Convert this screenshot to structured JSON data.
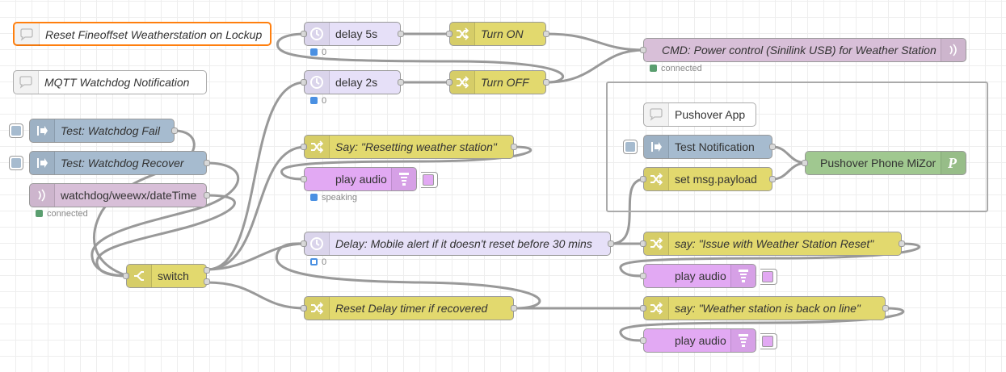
{
  "colors": {
    "comment": "#ffffff",
    "delay": "#e6e0f8",
    "change": "#e2d96e",
    "inject": "#a6bbcf",
    "mqtt": "#d8bfd8",
    "audio": "#e2a9f3",
    "cmd": "#d8bfd8",
    "pushover": "#a0c890",
    "status_green": "#5a9e6f",
    "status_blue": "#4a90e2",
    "wire": "#999999",
    "selected": "#ff7f0e"
  },
  "nodes": {
    "comment_reset": {
      "label": "Reset Fineoffset Weatherstation on Lockup",
      "icon": "comment-icon"
    },
    "comment_mqtt": {
      "label": "MQTT Watchdog Notification",
      "icon": "comment-icon"
    },
    "inject_fail": {
      "label": "Test: Watchdog Fail",
      "icon": "inject-arrow-icon"
    },
    "inject_recover": {
      "label": "Test: Watchdog Recover",
      "icon": "inject-arrow-icon"
    },
    "mqtt_in": {
      "label": "watchdog/weewx/dateTime",
      "icon": "mqtt-wave-icon",
      "status": "connected"
    },
    "switch": {
      "label": "switch",
      "icon": "switch-icon"
    },
    "delay5": {
      "label": "delay 5s",
      "icon": "timer-icon",
      "status": "0"
    },
    "delay2": {
      "label": "delay 2s",
      "icon": "timer-icon",
      "status": "0"
    },
    "turn_on": {
      "label": "Turn ON",
      "icon": "shuffle-icon"
    },
    "turn_off": {
      "label": "Turn OFF",
      "icon": "shuffle-icon"
    },
    "cmd": {
      "label": "CMD: Power control (Sinilink USB) for Weather Station",
      "icon": "mqtt-wave-icon",
      "status": "connected"
    },
    "say_reset": {
      "label": "Say: \"Resetting weather station\"",
      "icon": "shuffle-icon"
    },
    "play1": {
      "label": "play audio",
      "icon": "audio-icon",
      "status": "speaking"
    },
    "delay30": {
      "label": "Delay: Mobile alert if it doesn't reset before 30 mins",
      "icon": "timer-icon",
      "status": "0"
    },
    "reset_delay": {
      "label": "Reset Delay timer if recovered",
      "icon": "shuffle-icon"
    },
    "say_issue": {
      "label": "say: \"Issue with Weather Station Reset\"",
      "icon": "shuffle-icon"
    },
    "play2": {
      "label": "play audio",
      "icon": "audio-icon"
    },
    "say_back": {
      "label": "say: \"Weather station is back on line\"",
      "icon": "shuffle-icon"
    },
    "play3": {
      "label": "play audio",
      "icon": "audio-icon"
    },
    "comment_pushover": {
      "label": "Pushover App",
      "icon": "comment-icon"
    },
    "inject_test": {
      "label": "Test Notification",
      "icon": "inject-arrow-icon"
    },
    "set_payload": {
      "label": "set msg.payload",
      "icon": "shuffle-icon"
    },
    "pushover": {
      "label": "Pushover Phone MiZor",
      "icon": "pushover-p-icon"
    }
  }
}
